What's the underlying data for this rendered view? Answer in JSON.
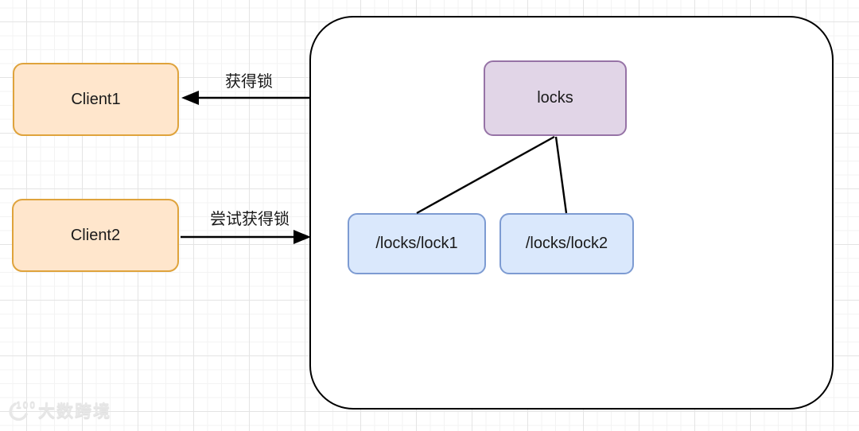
{
  "diagram": {
    "clients": [
      {
        "label": "Client1"
      },
      {
        "label": "Client2"
      }
    ],
    "arrows": [
      {
        "label": "获得锁",
        "direction": "container-to-client1"
      },
      {
        "label": "尝试获得锁",
        "direction": "client2-to-container"
      }
    ],
    "zookeeper": {
      "root": {
        "label": "locks"
      },
      "children": [
        {
          "label": "/locks/lock1"
        },
        {
          "label": "/locks/lock2"
        }
      ]
    },
    "colors": {
      "client_fill": "#FFE6CC",
      "client_border": "#DFA33C",
      "root_fill": "#E1D5E7",
      "root_border": "#9673A6",
      "child_fill": "#DAE8FC",
      "child_border": "#7D9BD2",
      "container_border": "#000000",
      "arrow": "#000000",
      "grid_line": "#e4e4e4"
    }
  },
  "watermark": {
    "logo": "100",
    "text": "大数跨境"
  }
}
